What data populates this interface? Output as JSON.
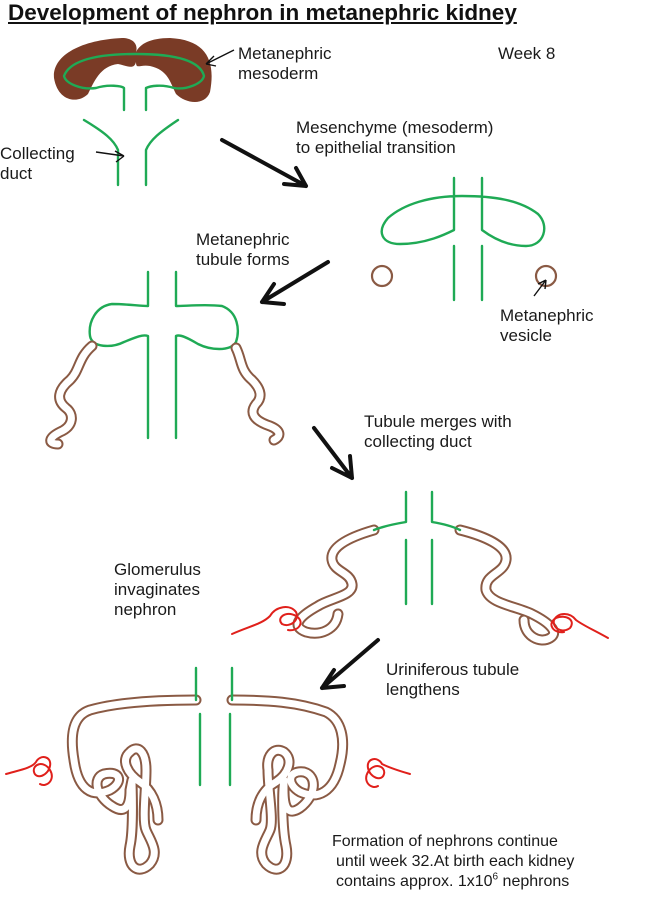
{
  "title": "Development of nephron in metanephric kidney",
  "week_label": "Week 8",
  "labels": {
    "metanephric_mesoderm": [
      "Metanephric",
      "mesoderm"
    ],
    "collecting_duct": [
      "Collecting",
      "duct"
    ],
    "mesenchyme_transition": [
      "Mesenchyme (mesoderm)",
      "to epithelial transition"
    ],
    "metanephric_tubule": [
      "Metanephric",
      "tubule forms"
    ],
    "metanephric_vesicle": [
      "Metanephric",
      "vesicle"
    ],
    "tubule_merges": [
      "Tubule merges with",
      "collecting duct"
    ],
    "glomerulus": [
      "Glomerulus",
      "invaginates",
      "nephron"
    ],
    "uriniferous": [
      "Uriniferous tubule",
      "lengthens"
    ],
    "formation": [
      "Formation of nephrons continue",
      "until week 32.At birth each kidney",
      "contains approx. 1x10",
      "6",
      " nephrons"
    ]
  },
  "colors": {
    "collecting_duct": "#1faa55",
    "mesoderm": "#7a3b26",
    "tubule": "#8a5a44",
    "glomerulus": "#e0201b",
    "arrow": "#111111"
  }
}
